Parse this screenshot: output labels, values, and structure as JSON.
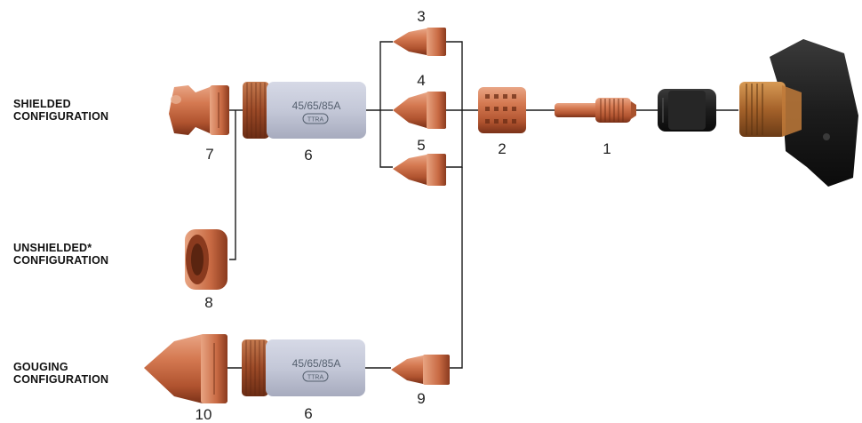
{
  "configurations": {
    "shielded": [
      "SHIELDED",
      "CONFIGURATION"
    ],
    "unshielded": [
      "UNSHIELDED*",
      "CONFIGURATION"
    ],
    "gouging": [
      "GOUGING",
      "CONFIGURATION"
    ]
  },
  "part_numbers": {
    "p1": "1",
    "p2": "2",
    "p3": "3",
    "p4": "4",
    "p5": "5",
    "p6_top": "6",
    "p6_bottom": "6",
    "p7": "7",
    "p8": "8",
    "p9": "9",
    "p10": "10"
  },
  "part_markings": {
    "retaining_cap": "45/65/85A",
    "retaining_cap_badge": "TTRA"
  },
  "colors": {
    "copper_light": "#e39a78",
    "copper_mid": "#c2603a",
    "copper_dark": "#7a3118",
    "cap_body": "#c8ccdc",
    "cap_thread": "#a0522d",
    "torch_body": "#1a1a1a",
    "torch_brass": "#b5722f",
    "lines": "#1a1a1a"
  },
  "icons": [
    "torch-head-icon",
    "swirl-ring-icon",
    "electrode-icon",
    "nozzle-icon",
    "shield-icon",
    "retaining-cap-icon",
    "deflector-icon",
    "gouging-shield-icon",
    "gouging-nozzle-icon",
    "isolator-icon"
  ]
}
